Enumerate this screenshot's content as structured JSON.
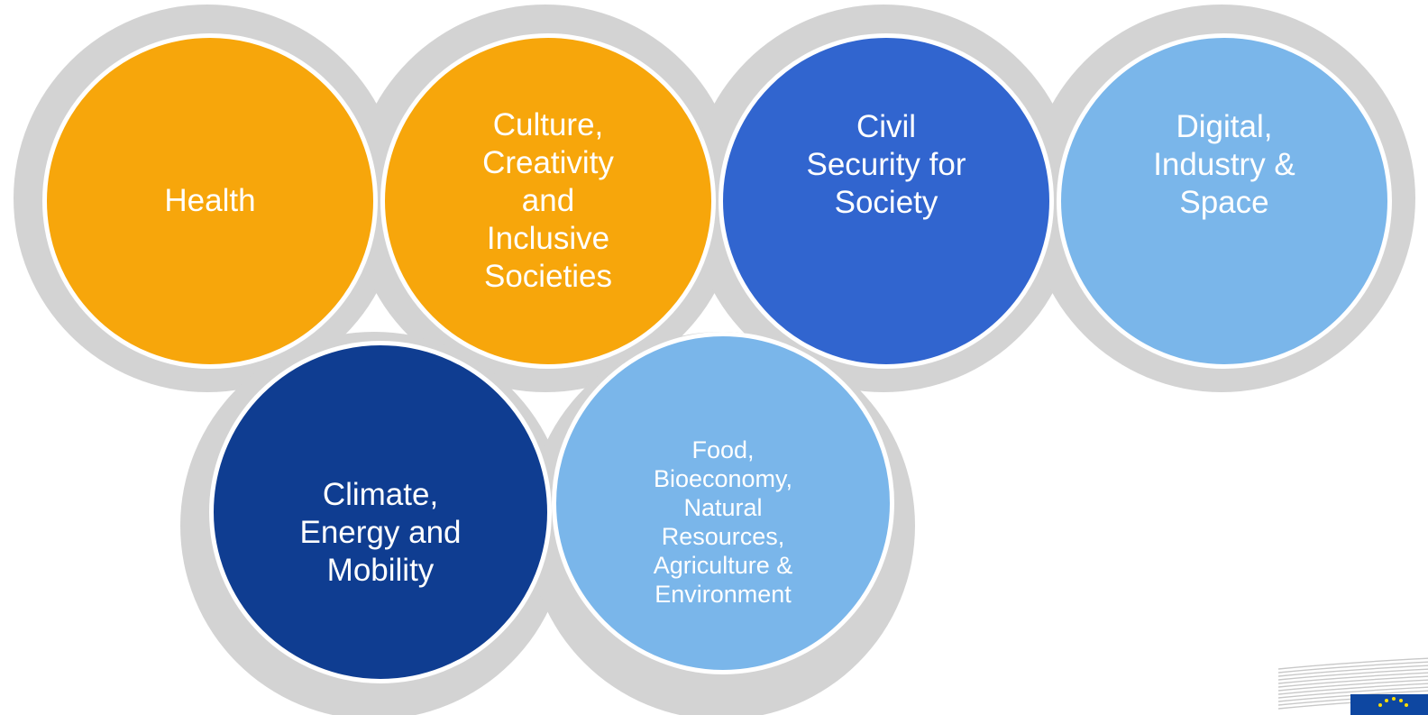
{
  "colors": {
    "ring": "#d3d3d3",
    "orange": "#f7a60b",
    "royal_blue": "#3165cf",
    "light_blue": "#7ab6ea",
    "navy": "#0f3d91",
    "outline": "#ffffff"
  },
  "clusters": [
    {
      "label": "Health",
      "color": "orange"
    },
    {
      "label": "Culture,\nCreativity\nand\nInclusive\nSocieties",
      "color": "orange"
    },
    {
      "label": "Civil\nSecurity for\nSociety",
      "color": "royal_blue"
    },
    {
      "label": "Digital,\nIndustry &\nSpace",
      "color": "light_blue"
    },
    {
      "label": "Climate,\nEnergy and\nMobility",
      "color": "navy"
    },
    {
      "label": "Food,\nBioeconomy,\nNatural\nResources,\nAgriculture &\nEnvironment",
      "color": "light_blue"
    }
  ],
  "logo": {
    "icon": "european-commission-logo-icon"
  }
}
